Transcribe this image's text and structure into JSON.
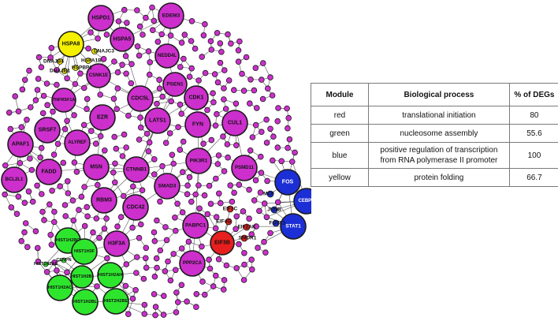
{
  "colors": {
    "magenta": "#cc2fcc",
    "yellow": "#f4f000",
    "green": "#2ee52e",
    "red": "#e81f1f",
    "blue": "#1c2fd6"
  },
  "network": {
    "nodes": [
      {
        "id": "HSPD1",
        "label": "HSPD1",
        "module": "magenta"
      },
      {
        "id": "EDEM3",
        "label": "EDEM3",
        "module": "magenta"
      },
      {
        "id": "HSPA5",
        "label": "HSPA5",
        "module": "magenta"
      },
      {
        "id": "NEDD4L",
        "label": "NEDD4L",
        "module": "magenta"
      },
      {
        "id": "CSNK1E",
        "label": "CSNK1E",
        "module": "magenta"
      },
      {
        "id": "PSEN1",
        "label": "PSEN1",
        "module": "magenta"
      },
      {
        "id": "CDK1",
        "label": "CDK1",
        "module": "magenta"
      },
      {
        "id": "CDC5L",
        "label": "CDC5L",
        "module": "magenta"
      },
      {
        "id": "TNFRSF1A",
        "label": "TNFRSF1A",
        "module": "magenta"
      },
      {
        "id": "EZR",
        "label": "EZR",
        "module": "magenta"
      },
      {
        "id": "LATS1",
        "label": "LATS1",
        "module": "magenta"
      },
      {
        "id": "FYN",
        "label": "FYN",
        "module": "magenta"
      },
      {
        "id": "CUL1",
        "label": "CUL1",
        "module": "magenta"
      },
      {
        "id": "SRSF7",
        "label": "SRSF7",
        "module": "magenta"
      },
      {
        "id": "ALYREF",
        "label": "ALYREF",
        "module": "magenta"
      },
      {
        "id": "APAF1",
        "label": "APAF1",
        "module": "magenta"
      },
      {
        "id": "MSN",
        "label": "MSN",
        "module": "magenta"
      },
      {
        "id": "FADD",
        "label": "FADD",
        "module": "magenta"
      },
      {
        "id": "CTNNB1",
        "label": "CTNNB1",
        "module": "magenta"
      },
      {
        "id": "PIK3R1",
        "label": "PIK3R1",
        "module": "magenta"
      },
      {
        "id": "PSMD11",
        "label": "PSMD11",
        "module": "magenta"
      },
      {
        "id": "SMAD3",
        "label": "SMAD3",
        "module": "magenta"
      },
      {
        "id": "RBM3",
        "label": "RBM3",
        "module": "magenta"
      },
      {
        "id": "BCL2L1",
        "label": "BCL2L1",
        "module": "magenta"
      },
      {
        "id": "CDC42",
        "label": "CDC42",
        "module": "magenta"
      },
      {
        "id": "PABPC1",
        "label": "PABPC1",
        "module": "magenta"
      },
      {
        "id": "H3F3A",
        "label": "H3F3A",
        "module": "magenta"
      },
      {
        "id": "PPP2CA",
        "label": "PPP2CA",
        "module": "magenta"
      },
      {
        "id": "HSPA8",
        "label": "HSPA8",
        "module": "yellow"
      },
      {
        "id": "DNAJC3",
        "label": "DNAJC3",
        "module": "yellow"
      },
      {
        "id": "DNAJB4",
        "label": "DNAJB4",
        "module": "yellow"
      },
      {
        "id": "HSPA1B",
        "label": "HSPA1B",
        "module": "yellow"
      },
      {
        "id": "DNAJB1",
        "label": "DNAJB1",
        "module": "yellow"
      },
      {
        "id": "HSPBP1",
        "label": "HSPBP1",
        "module": "yellow"
      },
      {
        "id": "EIF3B",
        "label": "EIF3B",
        "module": "red"
      },
      {
        "id": "EIF3C",
        "label": "EIF3C",
        "module": "red"
      },
      {
        "id": "EIF4G",
        "label": "EIF4G",
        "module": "red"
      },
      {
        "id": "EIF2AK",
        "label": "EIF2AK",
        "module": "red"
      },
      {
        "id": "SMDR1",
        "label": "SMDR1",
        "module": "red"
      },
      {
        "id": "FOS",
        "label": "FOS",
        "module": "blue"
      },
      {
        "id": "CEBPB",
        "label": "CEBPB",
        "module": "blue"
      },
      {
        "id": "STAT1",
        "label": "STAT1",
        "module": "blue"
      },
      {
        "id": "MCF",
        "label": "MCF",
        "module": "blue"
      },
      {
        "id": "JUNB",
        "label": "JUNB",
        "module": "blue"
      },
      {
        "id": "FOSL1",
        "label": "FOSL1",
        "module": "blue"
      },
      {
        "id": "HIST1H2BC",
        "label": "HIST1H2BC",
        "module": "green"
      },
      {
        "id": "HIST1H3F",
        "label": "HIST1H3F",
        "module": "green"
      },
      {
        "id": "HIST1H2AE",
        "label": "HIST1H2AE",
        "module": "green"
      },
      {
        "id": "CENPN",
        "label": "CENPN",
        "module": "green"
      },
      {
        "id": "HIST1H2BI",
        "label": "HIST1H2BI",
        "module": "green"
      },
      {
        "id": "HIST1H2AH",
        "label": "HIST1H2AH",
        "module": "green"
      },
      {
        "id": "HIST1H2AC",
        "label": "HIST1H2AC",
        "module": "green"
      },
      {
        "id": "HIST1H2BL",
        "label": "HIST1H2BL",
        "module": "green"
      },
      {
        "id": "HIST2H2BE",
        "label": "HIST2H2BE",
        "module": "green"
      }
    ]
  },
  "table": {
    "headers": [
      "Module",
      "Biological process",
      "% of DEGs"
    ],
    "rows": [
      {
        "module": "red",
        "process": "translational initiation",
        "percent": "80"
      },
      {
        "module": "green",
        "process": "nucleosome assembly",
        "percent": "55.6"
      },
      {
        "module": "blue",
        "process": "positive regulation of transcription from RNA polymerase II promoter",
        "percent": "100"
      },
      {
        "module": "yellow",
        "process": "protein folding",
        "percent": "66.7"
      }
    ]
  }
}
